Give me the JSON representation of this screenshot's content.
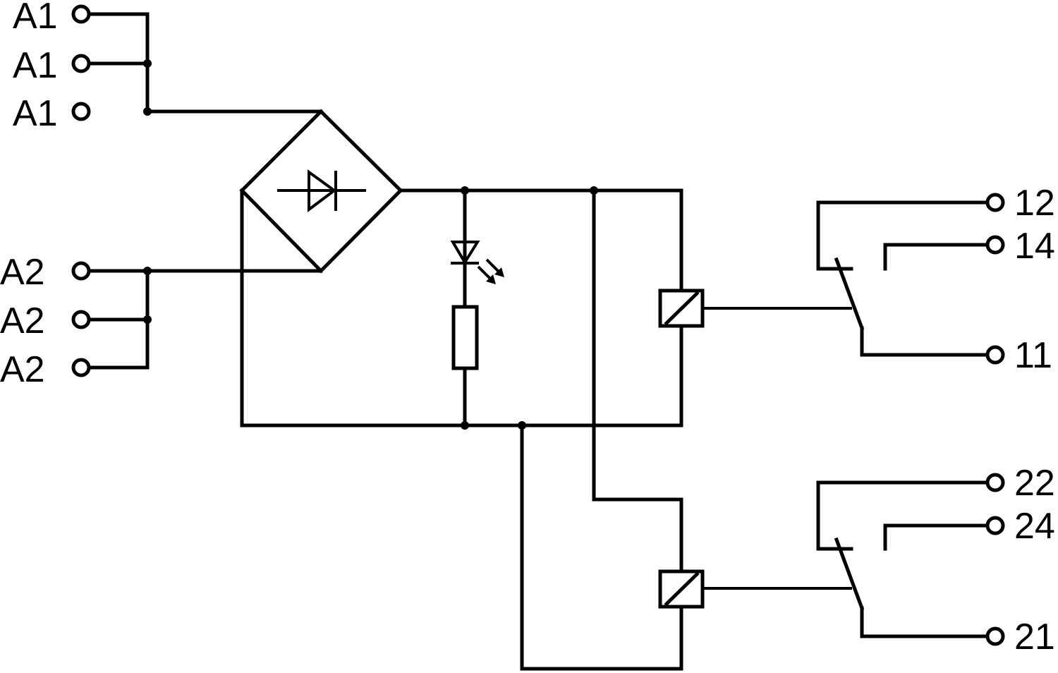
{
  "diagram": {
    "colors": {
      "line": "#000000",
      "background": "#ffffff"
    },
    "terminals": {
      "a1_top": "A1",
      "a1_mid": "A1",
      "a1_bottom": "A1",
      "a2_top": "A2",
      "a2_mid": "A2",
      "a2_bottom": "A2",
      "t12": "12",
      "t14": "14",
      "t11": "11",
      "t22": "22",
      "t24": "24",
      "t21": "21"
    },
    "components": {
      "rectifier": "bridge-rectifier-icon",
      "led": "led-icon",
      "resistor": "resistor-icon",
      "relay_coil_1": "relay-coil-icon",
      "relay_coil_2": "relay-coil-icon",
      "changeover_contact_1": "changeover-contact-icon",
      "changeover_contact_2": "changeover-contact-icon"
    }
  }
}
